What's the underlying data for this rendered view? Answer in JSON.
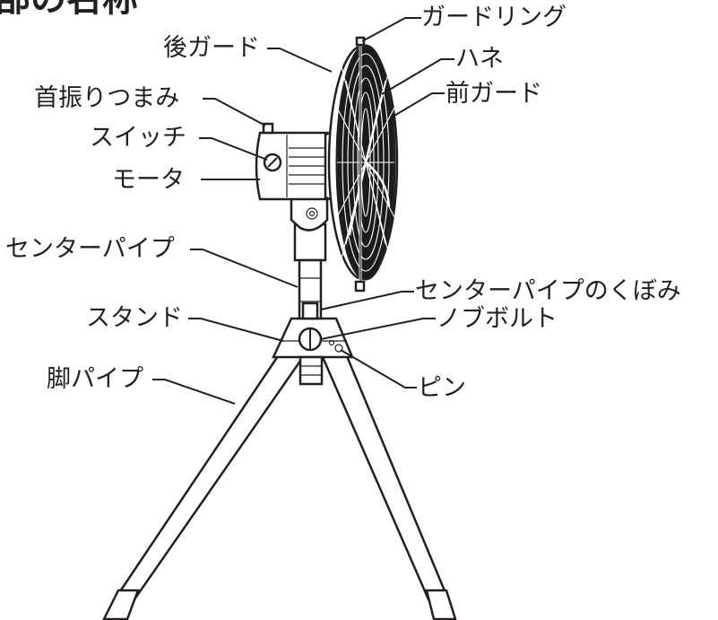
{
  "title": "部の名称",
  "labels": {
    "guard_ring": "ガードリング",
    "rear_guard": "後ガード",
    "blade": "ハネ",
    "front_guard": "前ガード",
    "swing_knob": "首振りつまみ",
    "switch": "スイッチ",
    "motor": "モータ",
    "center_pipe": "センターパイプ",
    "center_pipe_recess": "センターパイプのくぼみ",
    "stand": "スタンド",
    "knob_bolt": "ノブボルト",
    "leg_pipe": "脚パイプ",
    "pin": "ピン"
  }
}
